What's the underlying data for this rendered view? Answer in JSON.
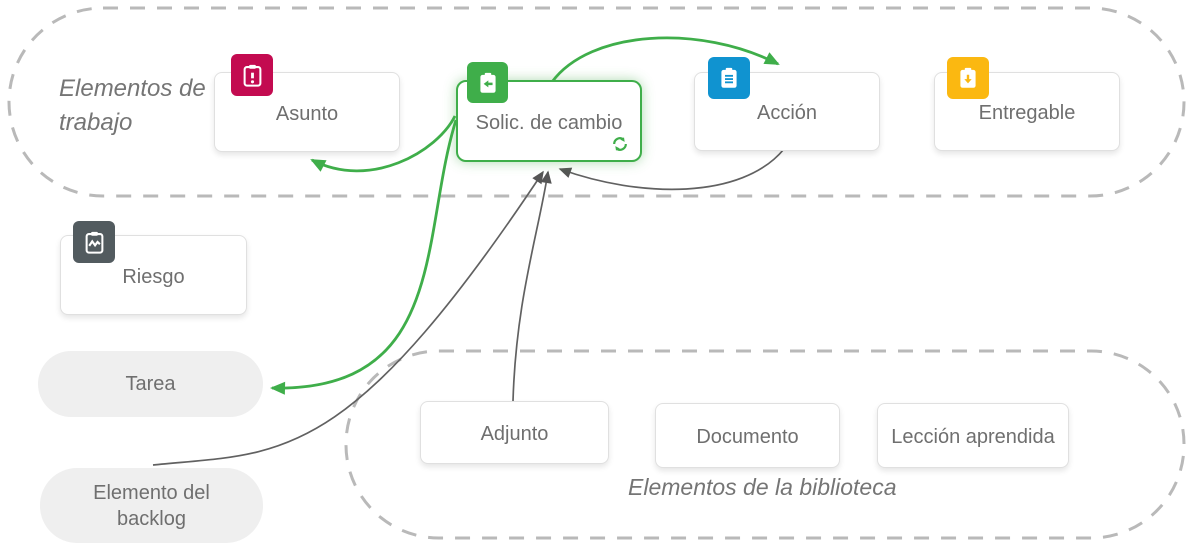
{
  "diagram": {
    "groups": {
      "work_items": {
        "label": "Elementos de trabajo"
      },
      "library": {
        "label": "Elementos de la biblioteca"
      }
    },
    "nodes": {
      "asunto": {
        "label": "Asunto",
        "icon": "clipboard-exclamation-icon",
        "icon_color": "#c30b50"
      },
      "solic_de_cambio": {
        "label": "Solic. de cambio",
        "icon": "clipboard-arrow-left-icon",
        "icon_color": "#3fae4a",
        "badge_icon": "sync-icon",
        "highlighted": "true"
      },
      "accion": {
        "label": "Acción",
        "icon": "clipboard-list-icon",
        "icon_color": "#1093d0"
      },
      "entregable": {
        "label": "Entregable",
        "icon": "clipboard-arrow-down-icon",
        "icon_color": "#fbb811"
      },
      "riesgo": {
        "label": "Riesgo",
        "icon": "clipboard-zigzag-icon",
        "icon_color": "#525b5f"
      },
      "tarea": {
        "label": "Tarea"
      },
      "elemento_del_backlog": {
        "label": "Elemento del backlog"
      },
      "adjunto": {
        "label": "Adjunto"
      },
      "documento": {
        "label": "Documento"
      },
      "leccion_aprendida": {
        "label": "Lección aprendida"
      }
    },
    "edges": [
      {
        "from": "solic_de_cambio",
        "to": "accion",
        "color": "#3fae4a"
      },
      {
        "from": "solic_de_cambio",
        "to": "asunto",
        "color": "#3fae4a"
      },
      {
        "from": "solic_de_cambio",
        "to": "tarea",
        "color": "#3fae4a"
      },
      {
        "from": "accion",
        "to": "solic_de_cambio",
        "color": "#616161"
      },
      {
        "from": "adjunto",
        "to": "solic_de_cambio",
        "color": "#616161"
      },
      {
        "from": "elemento_del_backlog",
        "to": "solic_de_cambio",
        "color": "#616161"
      }
    ],
    "colors": {
      "accent_green": "#3fae4a",
      "edge_gray": "#616161",
      "dashed_border": "#b9b9b9",
      "card_text": "#6f6f6f",
      "pill_background": "#efefef",
      "issue_red": "#c30b50",
      "action_blue": "#1093d0",
      "deliverable_amber": "#fbb811",
      "risk_gray": "#525b5f"
    }
  }
}
